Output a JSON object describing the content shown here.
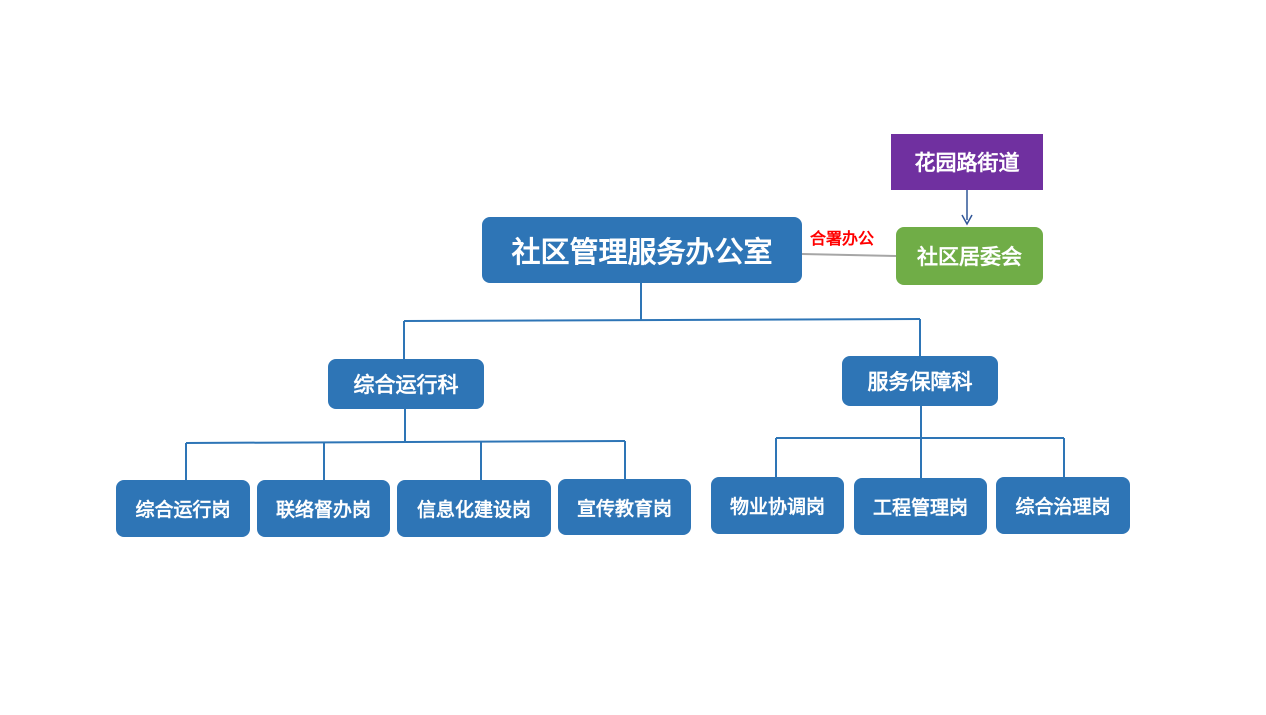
{
  "top_org": {
    "label": "花园路街道",
    "color": "#7030a0"
  },
  "committee": {
    "label": "社区居委会",
    "color": "#70ad47"
  },
  "relation_label": "合署办公",
  "main_office": {
    "label": "社区管理服务办公室",
    "color": "#2e75b6"
  },
  "departments": [
    {
      "label": "综合运行科",
      "posts": [
        "综合运行岗",
        "联络督办岗",
        "信息化建设岗",
        "宣传教育岗"
      ]
    },
    {
      "label": "服务保障科",
      "posts": [
        "物业协调岗",
        "工程管理岗",
        "综合治理岗"
      ]
    }
  ],
  "colors": {
    "line": "#2e75b6",
    "link": "#a6a6a6",
    "arrow": "#2f5597",
    "relation_label": "#ff0000"
  }
}
